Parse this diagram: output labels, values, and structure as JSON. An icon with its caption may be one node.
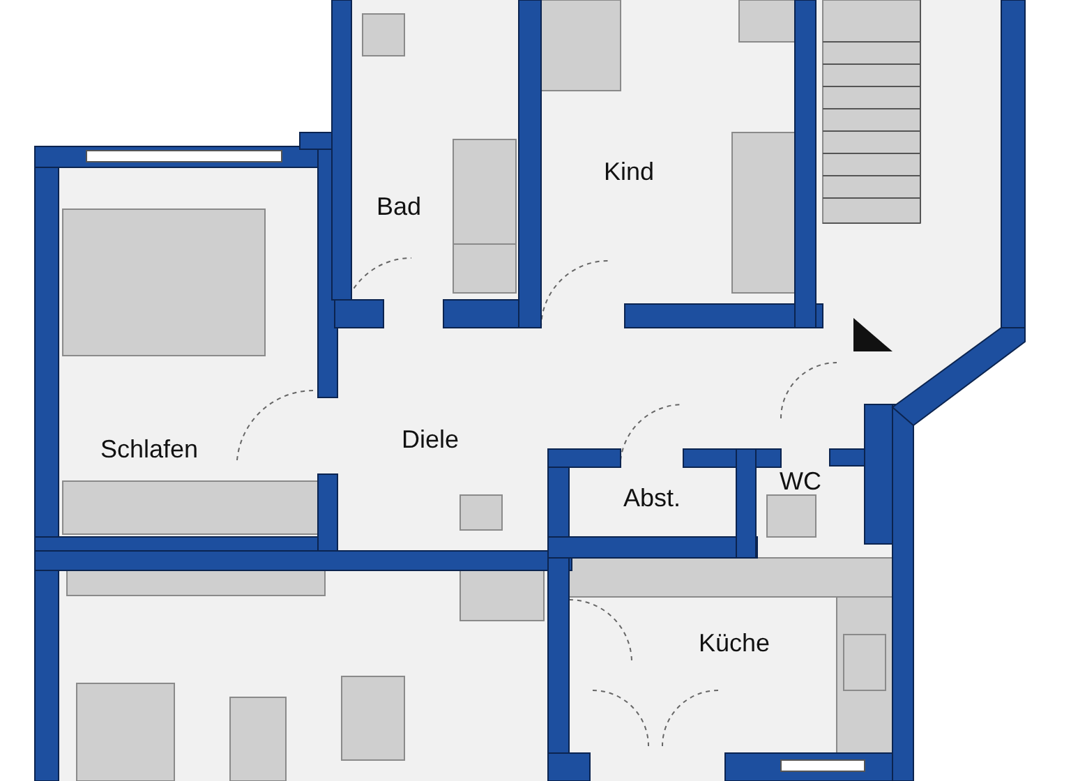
{
  "diagram": {
    "labels": [
      "Kind",
      "Bad",
      "Schlafen",
      "Diele",
      "Abst.",
      "WC",
      "Küche"
    ]
  }
}
